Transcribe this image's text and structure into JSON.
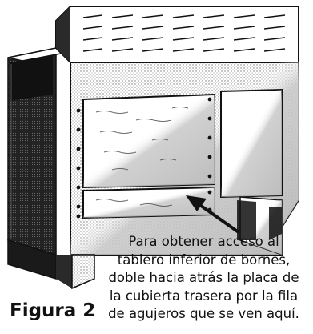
{
  "figure": {
    "label": "Figura 2",
    "caption_lines": [
      "Para obtener acceso al",
      "tablero inferior de bornes,",
      "doble hacia atrás la placa de",
      "la cubierta trasera por la fila",
      "de agujeros que se ven aquí."
    ]
  },
  "colors": {
    "ink": "#111111",
    "panel": "#ffffff",
    "shade": "#c9c9c9",
    "dark": "#1a1a1a"
  }
}
